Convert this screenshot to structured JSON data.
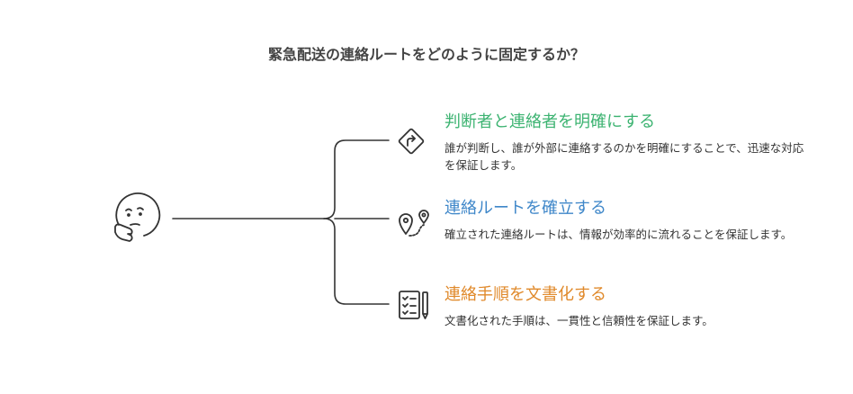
{
  "title": "緊急配送の連絡ルートをどのように固定するか？",
  "branches": [
    {
      "title": "判断者と連絡者を明確にする",
      "description": "誰が判断し、誰が外部に連絡するのかを明確にすることで、迅速な対応を保証します。",
      "color": "#3cb371",
      "icon": "route-sign-icon"
    },
    {
      "title": "連絡ルートを確立する",
      "description": "確立された連絡ルートは、情報が効率的に流れることを保証します。",
      "color": "#3f87c9",
      "icon": "map-pin-route-icon"
    },
    {
      "title": "連絡手順を文書化する",
      "description": "文書化された手順は、一貫性と信頼性を保証します。",
      "color": "#e0892a",
      "icon": "checklist-pen-icon"
    }
  ],
  "root_icon": "thinking-face-icon"
}
